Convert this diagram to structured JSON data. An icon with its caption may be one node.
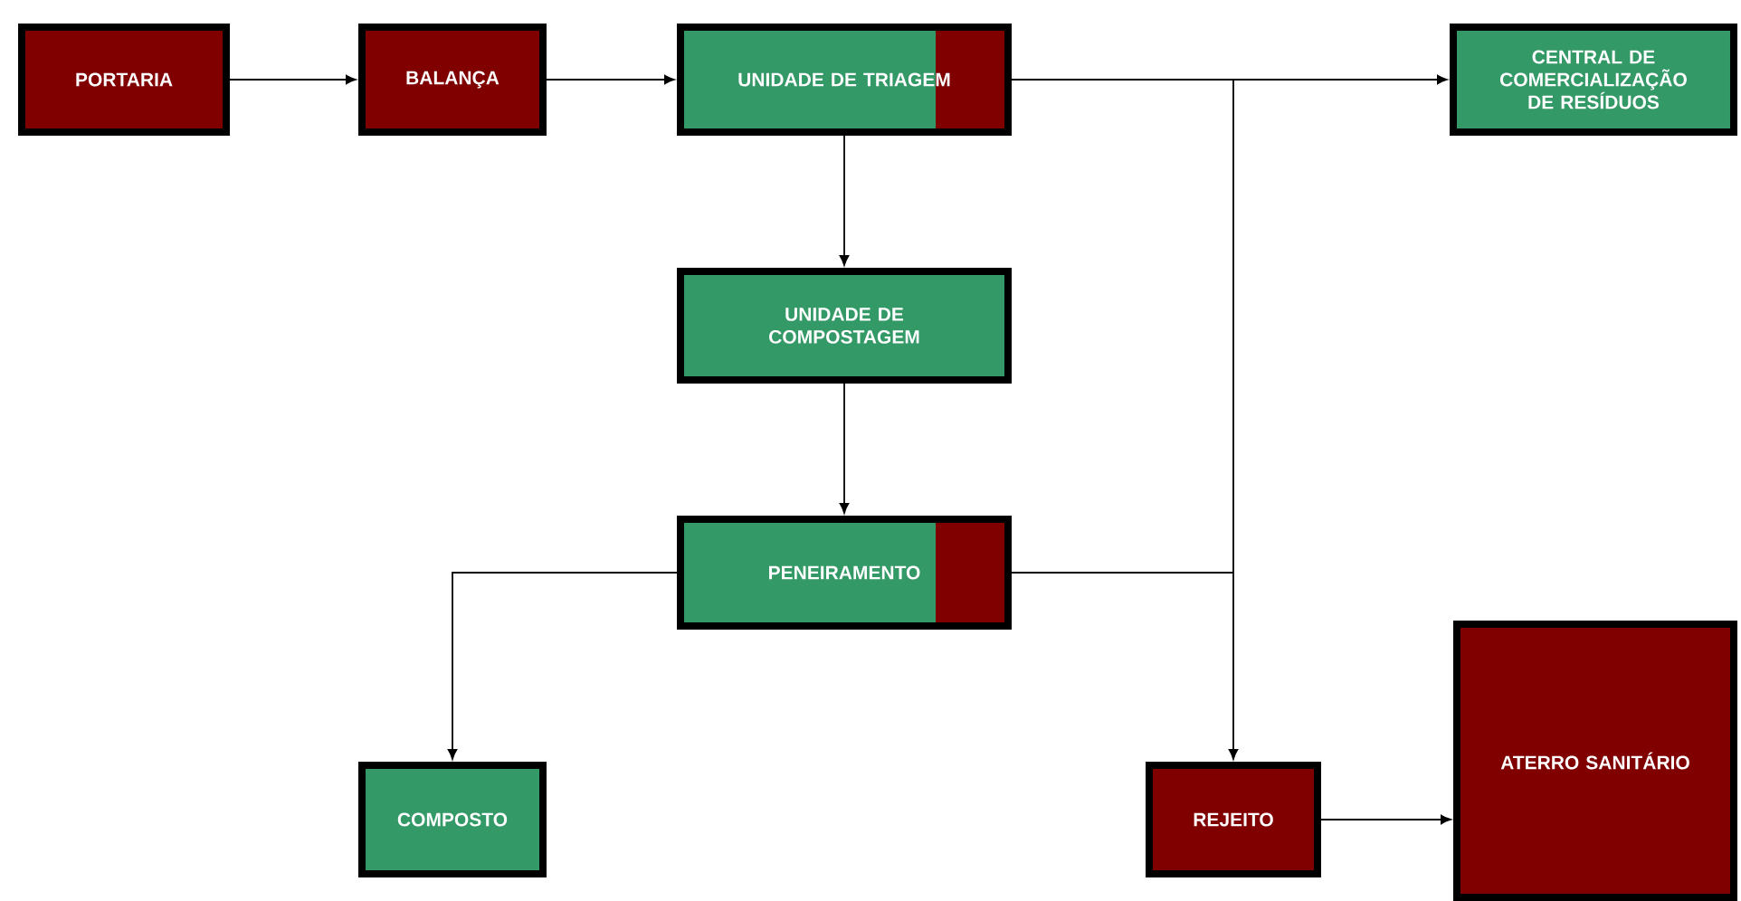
{
  "diagram": {
    "nodes": [
      {
        "text": [
          "PORTARIA"
        ]
      },
      {
        "text": [
          "BALANÇA"
        ]
      },
      {
        "text": [
          "UNIDADE DE TRIAGEM"
        ]
      },
      {
        "text": [
          "CENTRAL DE COMERCIALIZAÇÃO DE RESÍDUOS"
        ]
      },
      {
        "text": [
          "UNIDADE DE COMPOSTAGEM"
        ]
      },
      {
        "text": [
          "PENEIRAMENTO"
        ]
      },
      {
        "text": [
          "COMPOSTO"
        ]
      },
      {
        "text": [
          "REJEITO"
        ]
      },
      {
        "text": [
          "ATERRO SANITÁRIO"
        ]
      }
    ],
    "edges": [
      {
        "from": 0,
        "to": 1,
        "arrow": "to"
      },
      {
        "from": 1,
        "to": 2,
        "arrow": "to"
      },
      {
        "from": 2,
        "to": 3,
        "arrow": "to"
      },
      {
        "from": 2,
        "to": 4,
        "arrow": "to"
      },
      {
        "from": 2,
        "to": 7,
        "arrow": "to"
      },
      {
        "from": 4,
        "to": 5,
        "arrow": "to"
      },
      {
        "from": 5,
        "to": 6,
        "arrow": "to"
      },
      {
        "from": 5,
        "to": 7,
        "arrow": "to"
      },
      {
        "from": 7,
        "to": 8,
        "arrow": "to"
      }
    ]
  }
}
